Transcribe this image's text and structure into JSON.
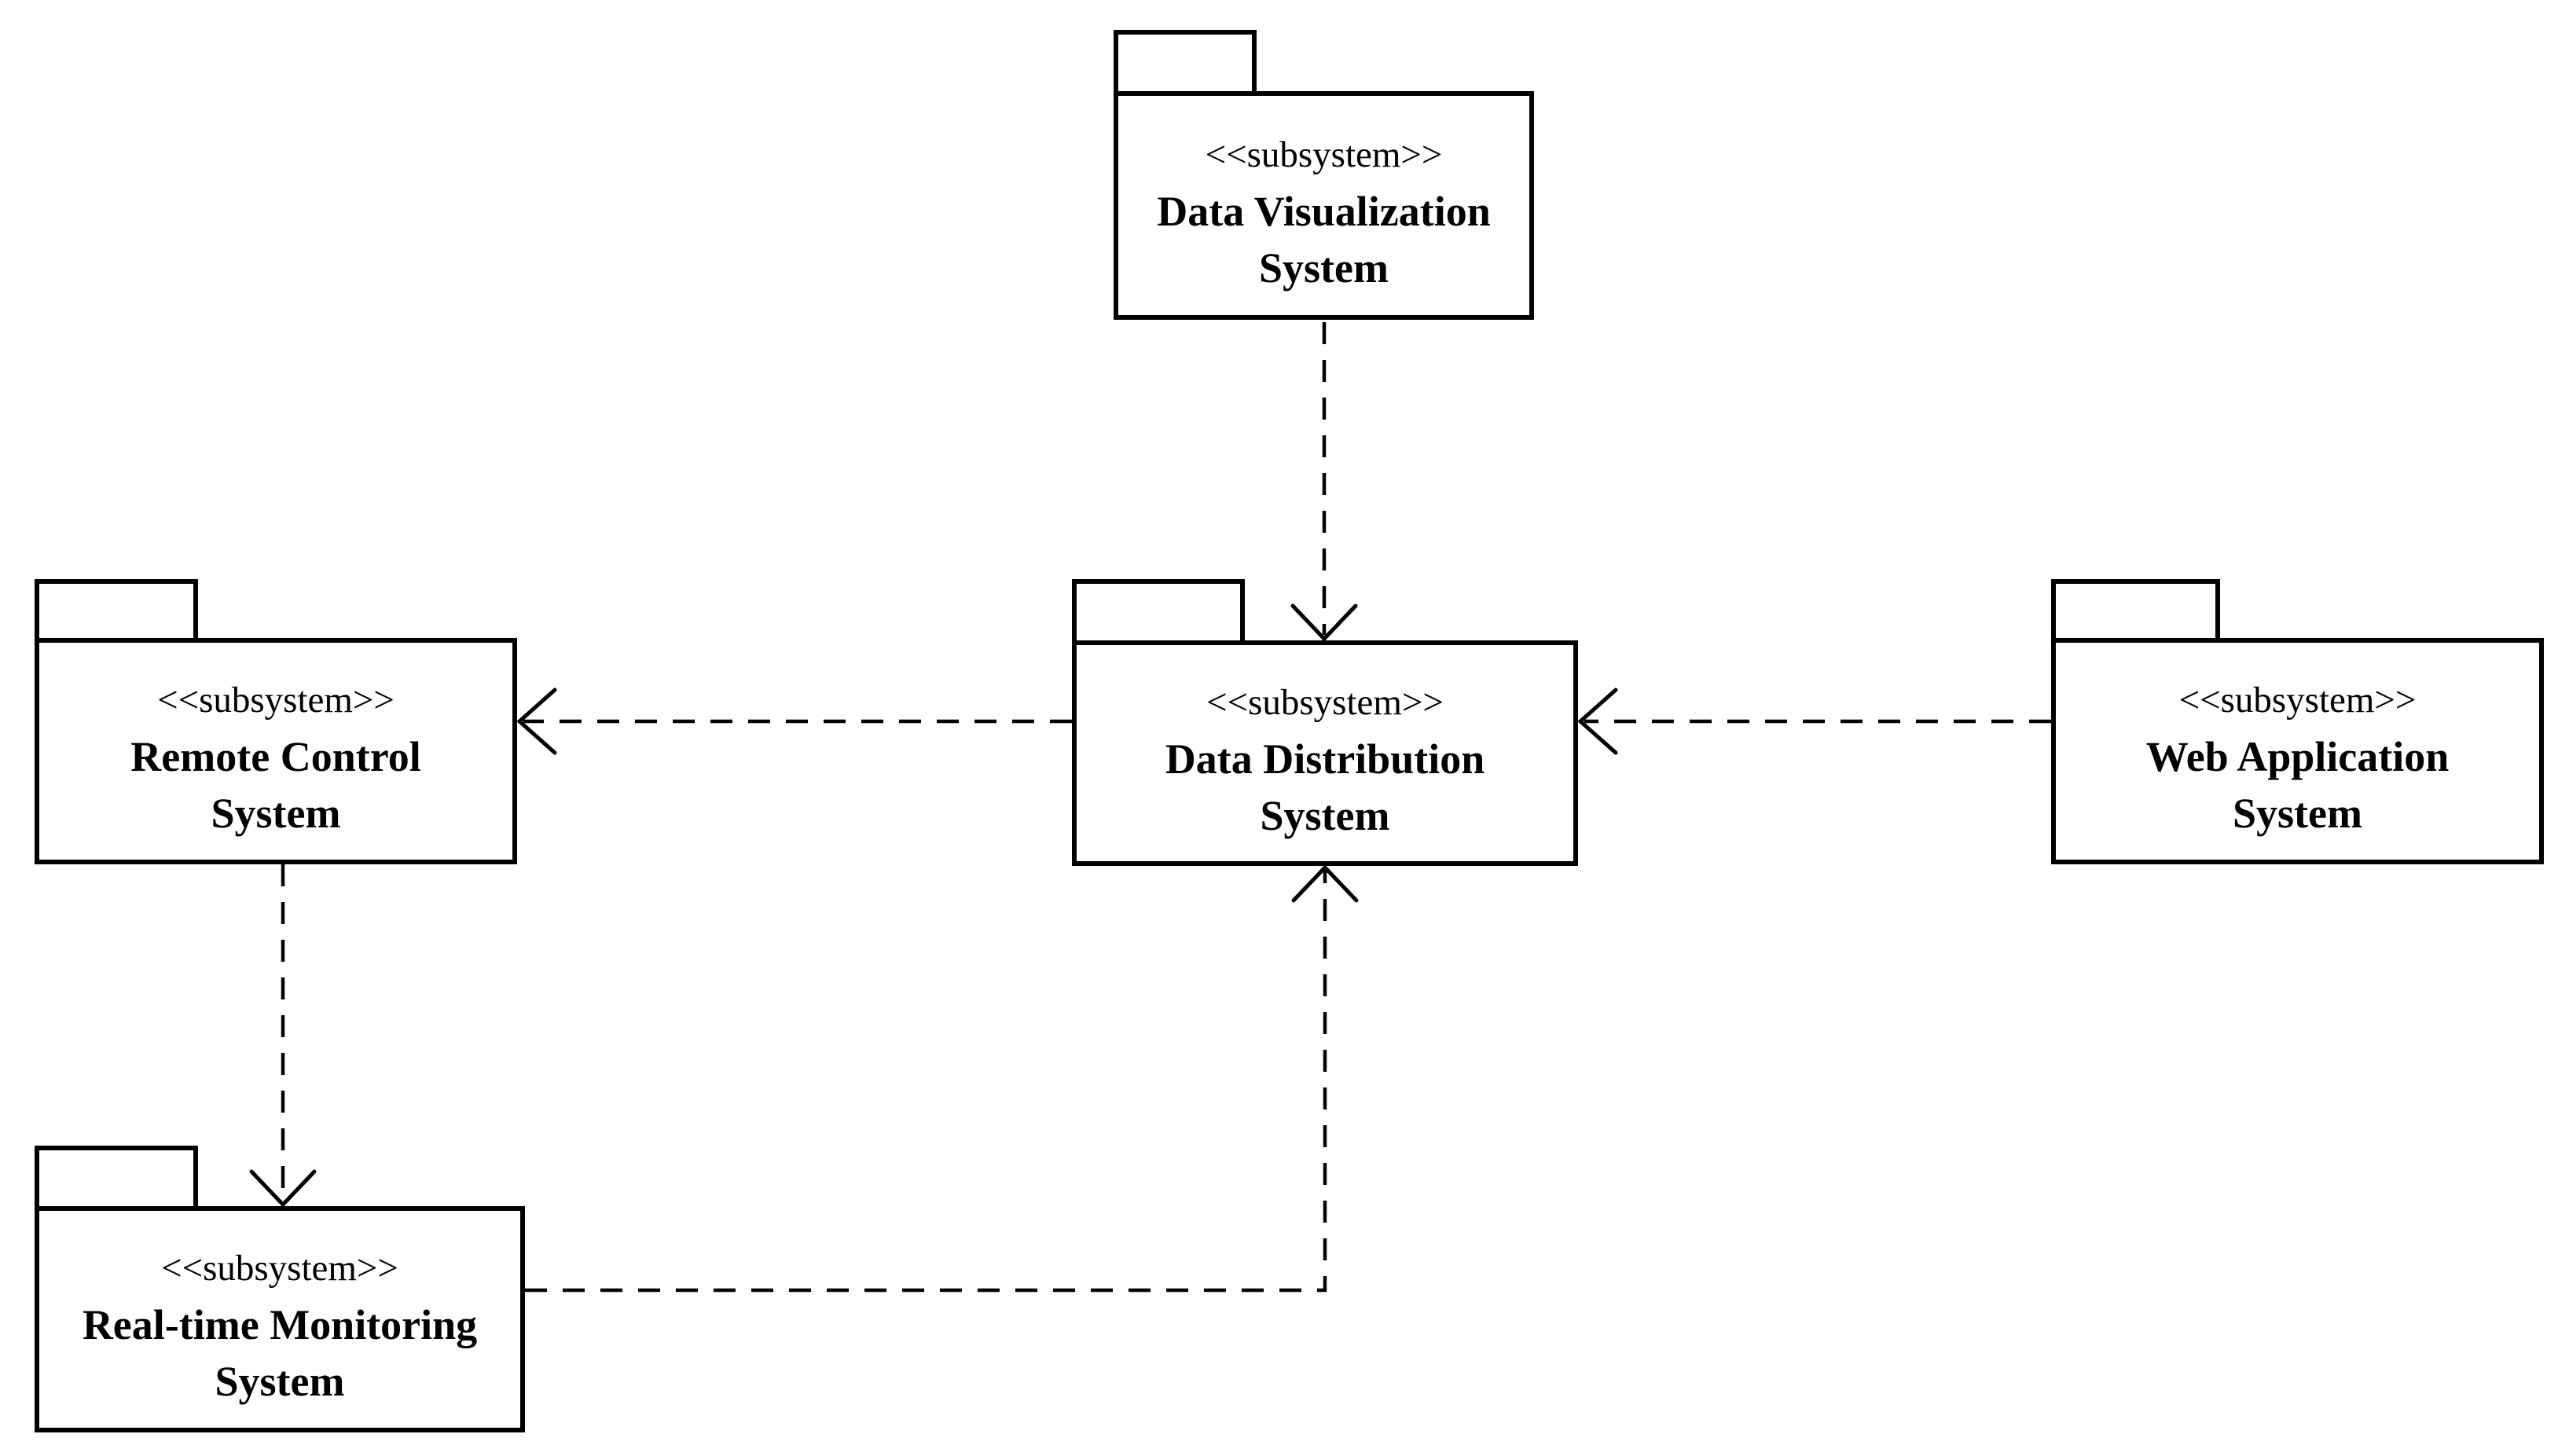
{
  "diagram": {
    "kind": "uml-package-diagram",
    "background_color": "#ffffff",
    "line_color": "#000000",
    "packages": [
      {
        "id": "data-visualization-system",
        "stereotype": "<<subsystem>>",
        "name_lines": [
          "Data Visualization",
          "System"
        ]
      },
      {
        "id": "remote-control-system",
        "stereotype": "<<subsystem>>",
        "name_lines": [
          "Remote Control",
          "System"
        ]
      },
      {
        "id": "data-distribution-system",
        "stereotype": "<<subsystem>>",
        "name_lines": [
          "Data Distribution",
          "System"
        ]
      },
      {
        "id": "web-application-system",
        "stereotype": "<<subsystem>>",
        "name_lines": [
          "Web Application",
          "System"
        ]
      },
      {
        "id": "real-time-monitoring-system",
        "stereotype": "<<subsystem>>",
        "name_lines": [
          "Real-time Monitoring",
          "System"
        ]
      }
    ],
    "dependencies": [
      {
        "from": "data-visualization-system",
        "to": "data-distribution-system",
        "style": "dashed-open-arrow"
      },
      {
        "from": "data-distribution-system",
        "to": "remote-control-system",
        "style": "dashed-open-arrow"
      },
      {
        "from": "web-application-system",
        "to": "data-distribution-system",
        "style": "dashed-open-arrow"
      },
      {
        "from": "remote-control-system",
        "to": "real-time-monitoring-system",
        "style": "dashed-open-arrow"
      },
      {
        "from": "real-time-monitoring-system",
        "to": "data-distribution-system",
        "style": "dashed-open-arrow"
      }
    ]
  }
}
